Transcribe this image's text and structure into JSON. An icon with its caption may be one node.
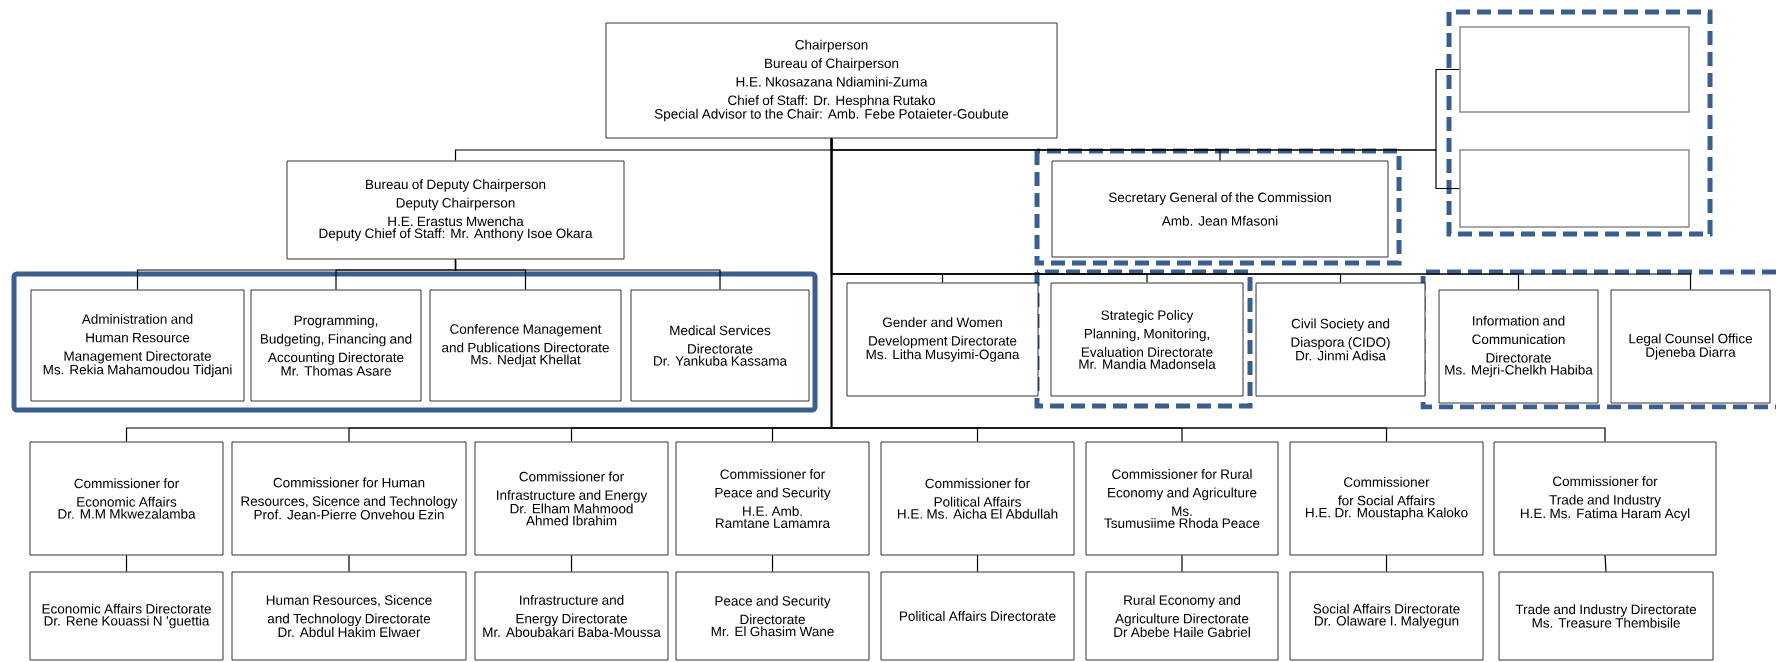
{
  "diagram": {
    "nodes": [
      {
        "text": [
          "Chairperson",
          "Bureau of Chairperson",
          "H.E. Nkosazana Ndiamini-Zuma",
          "Chief of Staff: Dr. Hesphna Rutako",
          "Special Advisor to the Chair: Amb. Febe Potaieter-Goubute"
        ]
      },
      {
        "text": [
          "Bureau of Deputy Chairperson",
          "Deputy Chairperson",
          "H.E. Erastus Mwencha",
          "Deputy Chief of Staff: Mr. Anthony Isoe Okara"
        ]
      },
      {
        "text": [
          "Secretary General of the Commission",
          "Amb. Jean Mfasoni"
        ]
      },
      {
        "text": [],
        "shape": "box"
      },
      {
        "text": [],
        "shape": "box"
      },
      {
        "text": [
          "Administration and Human Resource Management Directorate",
          "Ms. Rekia Mahamoudou Tidjani"
        ]
      },
      {
        "text": [
          "Programming, Budgeting, Financing and Accounting Directorate",
          "Mr. Thomas Asare"
        ]
      },
      {
        "text": [
          "Conference Management and Publications Directorate",
          "Ms. Nedjat Khellat"
        ]
      },
      {
        "text": [
          "Medical Services Directorate",
          "Dr. Yankuba Kassama"
        ]
      },
      {
        "text": [
          "Gender and Women Development Directorate",
          "Ms. Litha Musyimi-Ogana"
        ]
      },
      {
        "text": [
          "Strategic Policy Planning, Monitoring, Evaluation Directorate",
          "Mr. Mandia Madonsela"
        ]
      },
      {
        "text": [
          "Civil Society and Diaspora (CIDO)",
          "Dr. Jinmi Adisa"
        ]
      },
      {
        "text": [
          "Information and Communication Directorate",
          "Ms. Mejri-Chelkh Habiba"
        ]
      },
      {
        "text": [
          "Legal Counsel Office",
          "Djeneba Diarra"
        ]
      },
      {
        "text": [
          "Commissioner for Economic Affairs",
          "Dr. M.M Mkwezalamba"
        ]
      },
      {
        "text": [
          "Commissioner for Human Resources, Sicence and Technology",
          "Prof. Jean-Pierre Onvehou Ezin"
        ]
      },
      {
        "text": [
          "Commissioner for Infrastructure and Energy",
          "Dr. Elham Mahmood Ahmed Ibrahim"
        ]
      },
      {
        "text": [
          "Commissioner for Peace and Security",
          "H.E. Amb.",
          "Ramtane Lamamra"
        ]
      },
      {
        "text": [
          "Commissioner for Political Affairs",
          "H.E. Ms. Aicha El Abdullah"
        ]
      },
      {
        "text": [
          "Commissioner for Rural Economy and Agriculture",
          "Ms.",
          "Tsumusiime Rhoda Peace"
        ]
      },
      {
        "text": [
          "Commissioner for Social Affairs",
          "H.E. Dr. Moustapha Kaloko"
        ]
      },
      {
        "text": [
          "Commissioner for Trade and Industry",
          "H.E. Ms. Fatima Haram Acyl"
        ]
      },
      {
        "text": [
          "Economic Affairs Directorate",
          "Dr. Rene Kouassi N ’guettia"
        ]
      },
      {
        "text": [
          "Human Resources, Sicence and Technology Directorate",
          "Dr. Abdul Hakim Elwaer"
        ]
      },
      {
        "text": [
          "Infrastructure and Energy Directorate",
          "Mr. Aboubakari Baba-Moussa"
        ]
      },
      {
        "text": [
          "Peace and  Security Directorate",
          "Mr. El Ghasim Wane"
        ]
      },
      {
        "text": [
          "Political Affairs Directorate"
        ]
      },
      {
        "text": [
          "Rural Economy and Agriculture Directorate",
          "Dr Abebe Haile Gabriel"
        ]
      },
      {
        "text": [
          "Social Affairs Directorate",
          "Dr. Olaware I. Malyegun"
        ]
      },
      {
        "text": [
          "Trade and Industry Directorate",
          "Ms. Treasure Thembisile"
        ]
      }
    ],
    "edges": [
      {
        "from": 0,
        "to": 1,
        "arrow": "none"
      },
      {
        "from": 0,
        "to": 2,
        "arrow": "none"
      },
      {
        "from": 0,
        "to": 3,
        "arrow": "none"
      },
      {
        "from": 0,
        "to": 4,
        "arrow": "none"
      },
      {
        "from": 1,
        "to": 5,
        "arrow": "none"
      },
      {
        "from": 1,
        "to": 6,
        "arrow": "none"
      },
      {
        "from": 1,
        "to": 7,
        "arrow": "none"
      },
      {
        "from": 1,
        "to": 8,
        "arrow": "none"
      },
      {
        "from": 0,
        "to": 9,
        "arrow": "none"
      },
      {
        "from": 0,
        "to": 10,
        "arrow": "none"
      },
      {
        "from": 0,
        "to": 11,
        "arrow": "none"
      },
      {
        "from": 0,
        "to": 12,
        "arrow": "none"
      },
      {
        "from": 0,
        "to": 13,
        "arrow": "none"
      },
      {
        "from": 0,
        "to": 14,
        "arrow": "none"
      },
      {
        "from": 0,
        "to": 15,
        "arrow": "none"
      },
      {
        "from": 0,
        "to": 16,
        "arrow": "none"
      },
      {
        "from": 0,
        "to": 17,
        "arrow": "none"
      },
      {
        "from": 0,
        "to": 18,
        "arrow": "none"
      },
      {
        "from": 0,
        "to": 19,
        "arrow": "none"
      },
      {
        "from": 0,
        "to": 20,
        "arrow": "none"
      },
      {
        "from": 0,
        "to": 21,
        "arrow": "none"
      },
      {
        "from": 14,
        "to": 22,
        "arrow": "none"
      },
      {
        "from": 15,
        "to": 23,
        "arrow": "none"
      },
      {
        "from": 16,
        "to": 24,
        "arrow": "none"
      },
      {
        "from": 17,
        "to": 25,
        "arrow": "none"
      },
      {
        "from": 18,
        "to": 26,
        "arrow": "none"
      },
      {
        "from": 19,
        "to": 27,
        "arrow": "none"
      },
      {
        "from": 20,
        "to": 28,
        "arrow": "none"
      },
      {
        "from": 21,
        "to": 29,
        "arrow": "none"
      }
    ]
  }
}
